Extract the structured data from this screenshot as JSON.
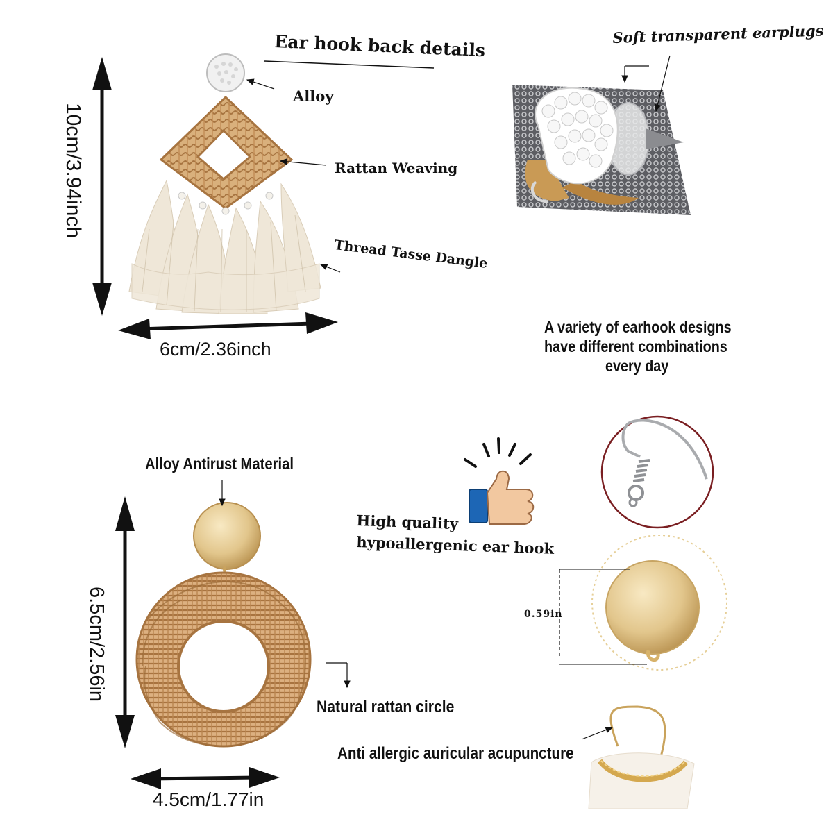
{
  "labels": {
    "ear_hook_back": "Ear hook back details",
    "alloy": "Alloy",
    "rattan_weaving": "Rattan Weaving",
    "thread_tassel": "Thread Tasse Dangle",
    "height_top": "10cm/3.94inch",
    "width_top": "6cm/2.36inch",
    "soft_earplugs": "Soft transparent earplugs",
    "variety_line1": "A variety of earhook designs",
    "variety_line2": "have different combinations",
    "variety_line3": "every day",
    "alloy_antirust": "Alloy Antirust Material",
    "height_bottom": "6.5cm/2.56in",
    "width_bottom": "4.5cm/1.77in",
    "natural_rattan": "Natural rattan circle",
    "hq_line1": "High quality",
    "hq_line2": "hypoallergenic ear hook",
    "disc_size": "0.59in",
    "anti_allergic": "Anti allergic auricular acupuncture"
  },
  "colors": {
    "rattan": "#d8ad78",
    "rattan_dark": "#a77440",
    "tassel": "#efe7d8",
    "gold": "#e6cf98",
    "hook_circle": "#7a1f22",
    "thumb_blue": "#1d66b5",
    "skin": "#f2c8a0"
  },
  "icons": [
    "thumbs-up-icon",
    "ear-hook-icon",
    "double-arrow-icon"
  ]
}
